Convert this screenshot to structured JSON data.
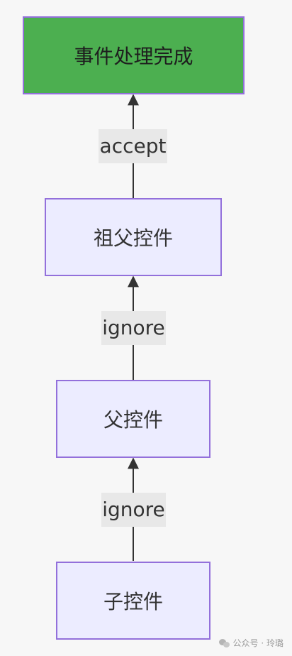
{
  "diagram": {
    "nodes": {
      "done": "事件处理完成",
      "grandparent": "祖父控件",
      "parent": "父控件",
      "child": "子控件"
    },
    "edges": {
      "child_to_parent": "ignore",
      "parent_to_grandparent": "ignore",
      "grandparent_to_done": "accept"
    },
    "colors": {
      "node_fill": "#ececff",
      "node_border": "#9370db",
      "done_fill": "#4caf50",
      "edge_line": "#333333",
      "label_bg": "#e8e8e8"
    }
  },
  "watermark": {
    "text": "公众号 · 玲璐",
    "icon": "wechat-icon"
  }
}
